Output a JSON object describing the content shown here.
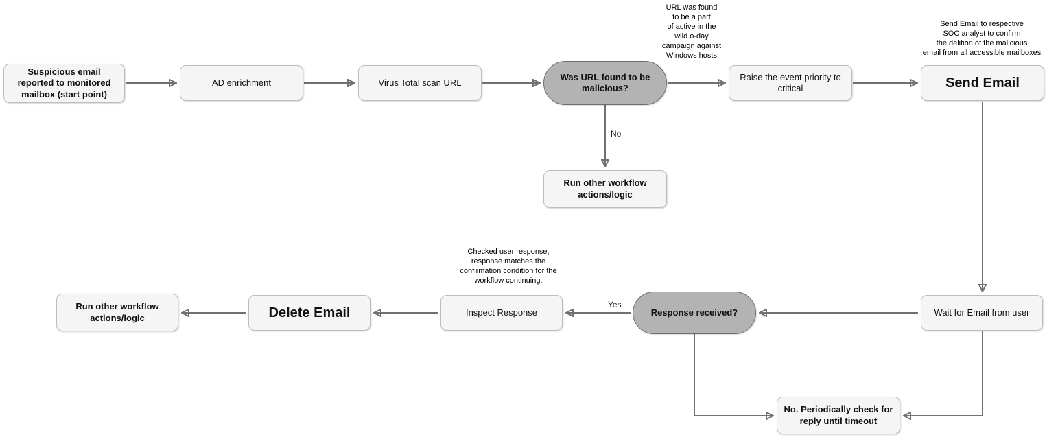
{
  "nodes": {
    "start": {
      "label": "Suspicious email\nreported to monitored\nmailbox (start point)"
    },
    "ad_enrichment": {
      "label": "AD enrichment"
    },
    "virus_total_scan": {
      "label": "Virus Total scan URL"
    },
    "url_malicious_decision": {
      "label": "Was URL found to be\nmalicious?"
    },
    "raise_priority": {
      "label": "Raise the event priority to\ncritical"
    },
    "send_email": {
      "label": "Send Email"
    },
    "run_other_workflow_top": {
      "label": "Run other workflow\nactions/logic"
    },
    "wait_for_email": {
      "label": "Wait for Email from user"
    },
    "response_received_decision": {
      "label": "Response received?"
    },
    "inspect_response": {
      "label": "Inspect Response"
    },
    "delete_email": {
      "label": "Delete Email"
    },
    "run_other_workflow_bottom": {
      "label": "Run other workflow\nactions/logic"
    },
    "periodic_check": {
      "label": "No. Periodically check for\nreply until timeout"
    }
  },
  "annotations": {
    "url_campaign_note": "URL was found\nto be a part\nof active in the\nwild o-day\ncampaign against\nWindows hosts",
    "send_email_note": "Send Email to respective\nSOC analyst to confirm\nthe delition of the malicious\nemail from all accessible mailboxes",
    "inspect_response_note": "Checked user response,\nresponse matches the\nconfirmation condition for the\nworkflow continuing."
  },
  "edge_labels": {
    "no": "No",
    "yes": "Yes"
  },
  "colors": {
    "process_fill": "#f5f5f5",
    "process_border": "#bdbdbd",
    "decision_fill": "#b3b3b3",
    "decision_border": "#6e6e6e",
    "arrow": "#717171"
  }
}
